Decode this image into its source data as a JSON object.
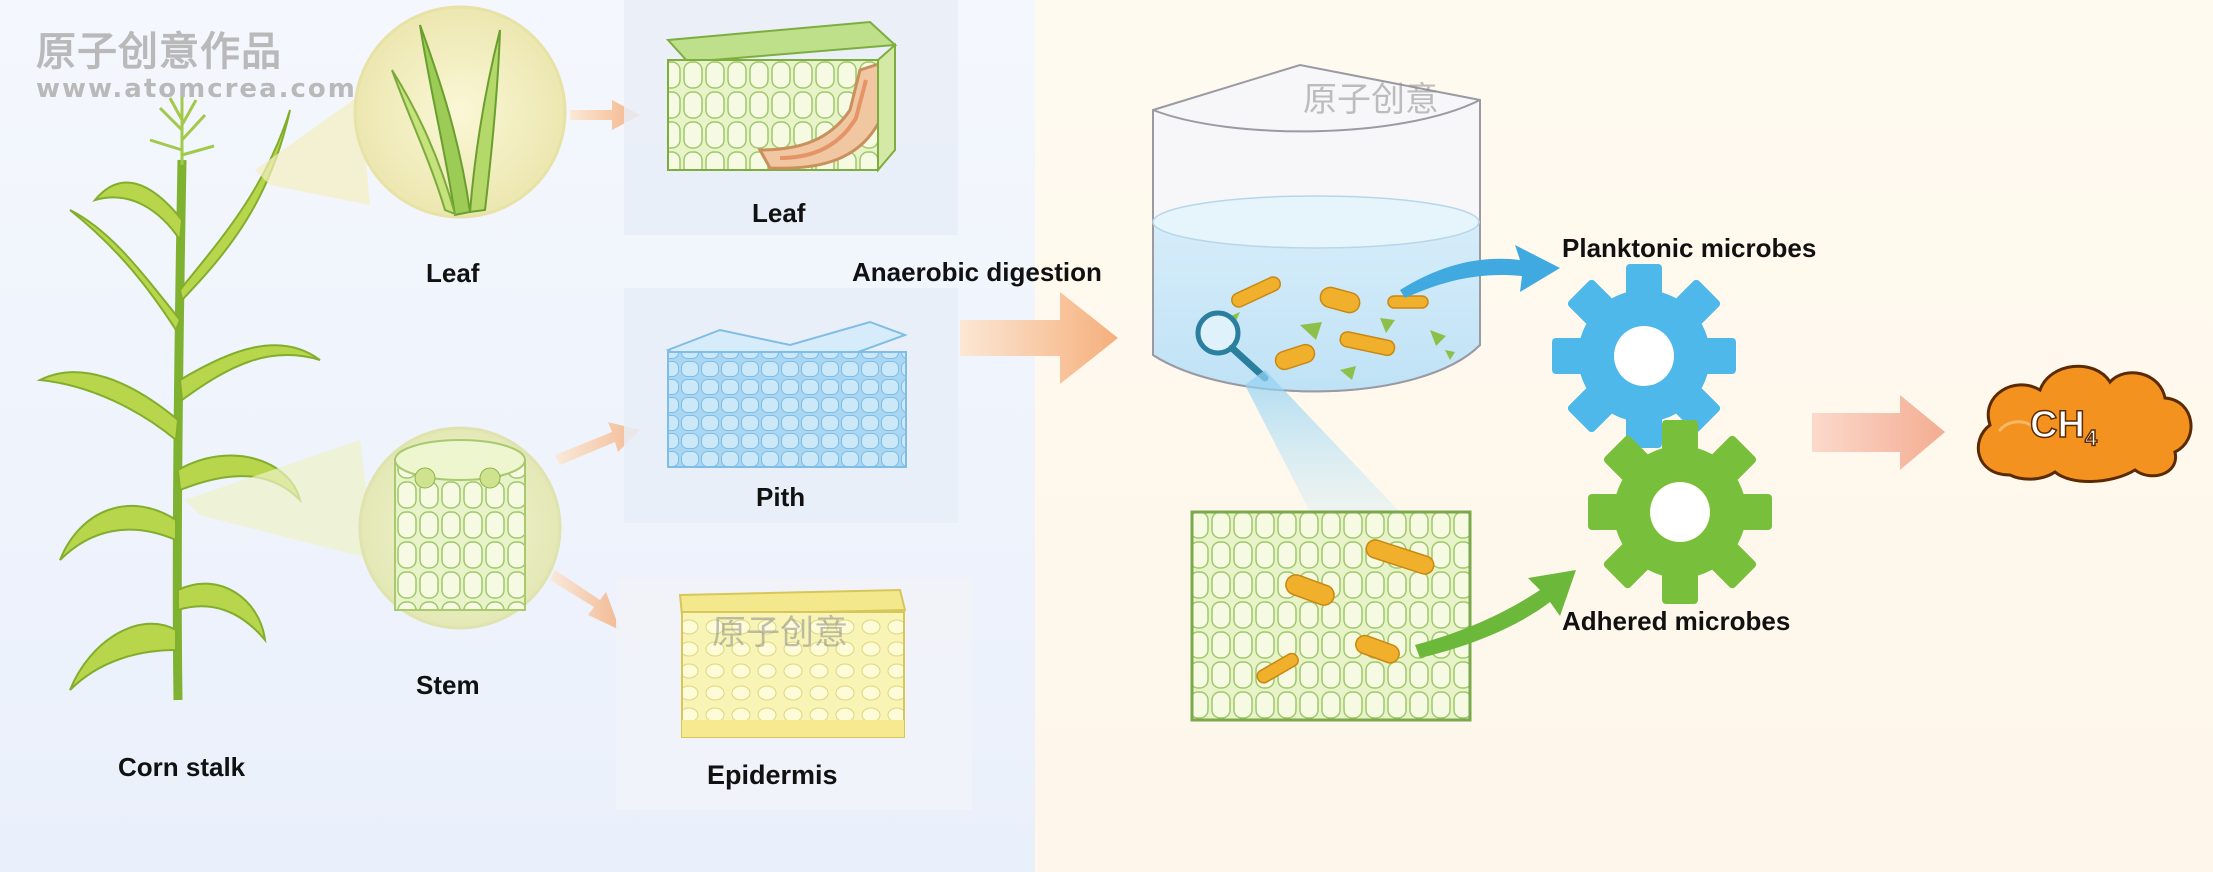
{
  "watermark": {
    "brand": "原子创意作品",
    "url": "www.atomcrea.com",
    "short": "原子创意"
  },
  "labels": {
    "corn_stalk": "Corn stalk",
    "leaf_plant": "Leaf",
    "stem": "Stem",
    "leaf_tissue": "Leaf",
    "pith": "Pith",
    "epidermis": "Epidermis",
    "anaerobic_digestion": "Anaerobic digestion",
    "planktonic_microbes": "Planktonic microbes",
    "adhered_microbes": "Adhered microbes",
    "methane_main": "CH",
    "methane_sub": "4"
  },
  "colors": {
    "planktonic_gear": "#4fb8ea",
    "adhered_gear": "#78bf3c",
    "methane_cloud": "#f3921f",
    "arrow_orange": "#f6b985",
    "arrow_blue": "#3fa9e0",
    "arrow_green": "#6cb83a"
  }
}
